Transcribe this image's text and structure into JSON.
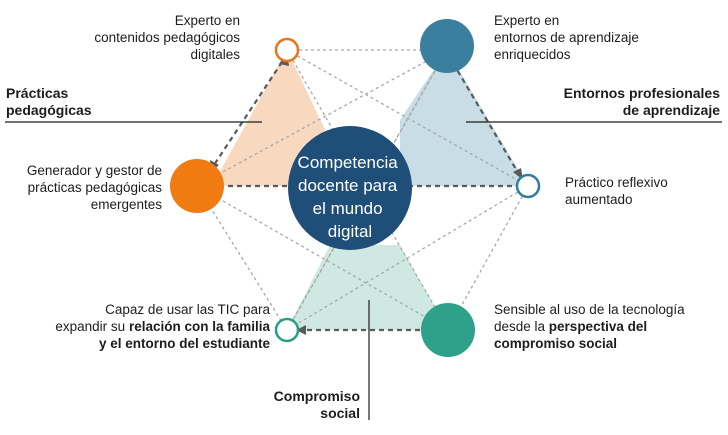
{
  "center": {
    "lines": [
      "Competencia",
      "docente para",
      "el mundo",
      "digital"
    ]
  },
  "sections": {
    "left": [
      "Prácticas",
      "pedagógicas"
    ],
    "right": [
      "Entornos profesionales",
      "de aprendizaje"
    ],
    "bottom": [
      "Compromiso",
      "social"
    ]
  },
  "nodes": {
    "top_left": {
      "lines": [
        "Experto en",
        "contenidos pedagógicos",
        "digitales"
      ],
      "color": "#e8741c"
    },
    "top_right": {
      "lines": [
        "Experto en",
        "entornos de aprendizaje",
        "enriquecidos"
      ],
      "color": "#3a7f9e"
    },
    "left": {
      "lines": [
        "Generador y gestor de",
        "prácticas pedagógicas",
        "emergentes"
      ],
      "color": "#ef7b11"
    },
    "right": {
      "lines": [
        "Práctico reflexivo",
        "aumentado"
      ],
      "color": "#2f7f9a"
    },
    "bottom_left": {
      "line1": "Capaz de usar las TIC para",
      "line2_plain": "expandir su ",
      "line2_bold": "relación con la familia",
      "line3_bold": "y el entorno del estudiante",
      "color": "#26a085"
    },
    "bottom_right": {
      "line1": "Sensible al uso de la tecnología",
      "line2_plain": "desde la ",
      "line2_bold": "perspectiva del",
      "line3_bold": "compromiso social",
      "color": "#2fa08a"
    }
  },
  "colors": {
    "center_fill": "#1f4e79",
    "orange_triangle": "#f8d9bf",
    "blue_triangle": "#c9dde6",
    "green_triangle": "#cfe9e2",
    "dashed_light": "#a8a8a8",
    "dashed_dark": "#5a5a5a"
  }
}
